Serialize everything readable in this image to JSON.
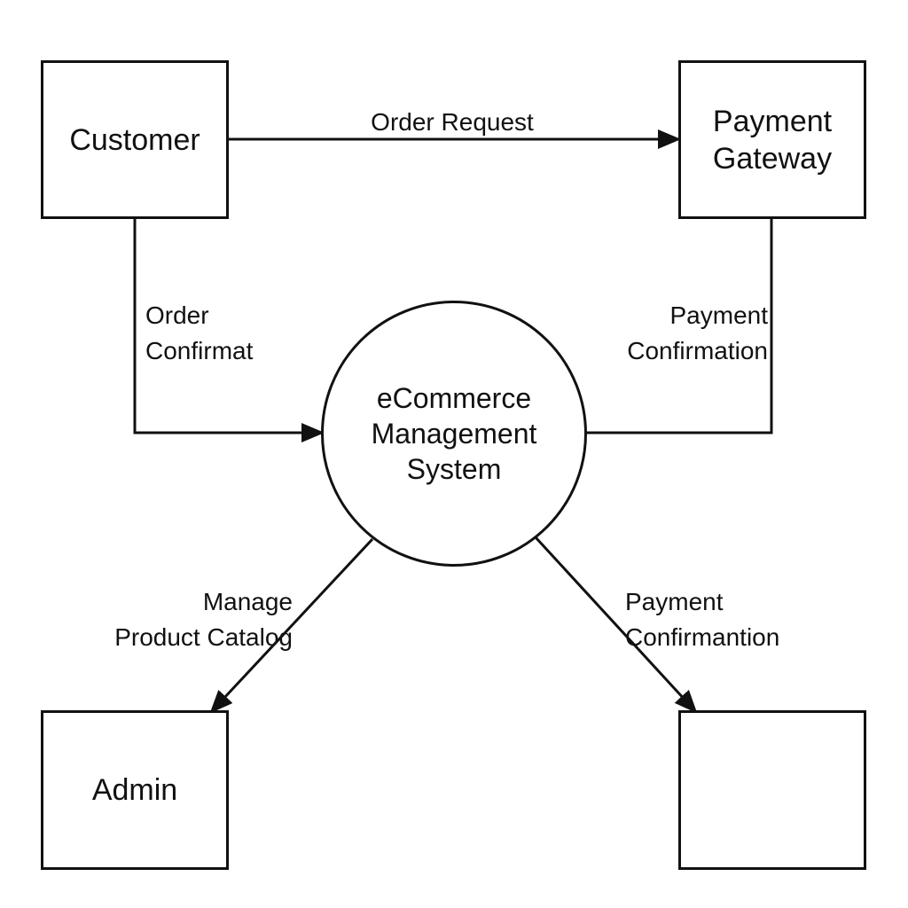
{
  "entities": {
    "customer": "Customer",
    "payment_gateway": "Payment\nGateway",
    "admin": "Admin",
    "unnamed_entity": ""
  },
  "process": {
    "name": "eCommerce\nManagement\nSystem"
  },
  "flows": {
    "order_request": "Order Request",
    "order_confirmation": "Order\nConfirmat",
    "payment_confirmation_gateway": "Payment\nConfirmation",
    "manage_catalog": "Manage\nProduct Catalog",
    "payment_confirmation_bottom": "Payment\nConfirmantion"
  },
  "colors": {
    "stroke": "#111111",
    "background": "#ffffff"
  }
}
